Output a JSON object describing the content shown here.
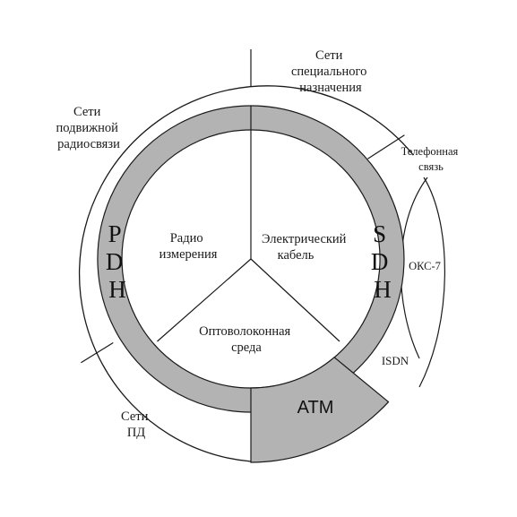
{
  "colors": {
    "ring": "#b3b3b3",
    "line": "#1a1a1a",
    "background": "#ffffff"
  },
  "inner": {
    "radio": [
      "Радио",
      "измерения"
    ],
    "electric": [
      "Электрический",
      "кабель"
    ],
    "optical": [
      "Оптоволоконная",
      "среда"
    ]
  },
  "ring": {
    "pdh": [
      "P",
      "D",
      "H"
    ],
    "sdh": [
      "S",
      "D",
      "H"
    ],
    "atm": "ATM"
  },
  "outer": {
    "special": [
      "Сети",
      "специального",
      "назначения"
    ],
    "mobile": [
      "Сети",
      "подвижной",
      "радиосвязи"
    ],
    "pd": [
      "Сети",
      "ПД"
    ],
    "telephone": [
      "Телефонная",
      "связь"
    ],
    "oks7": "ОКС-7",
    "isdn": "ISDN"
  }
}
